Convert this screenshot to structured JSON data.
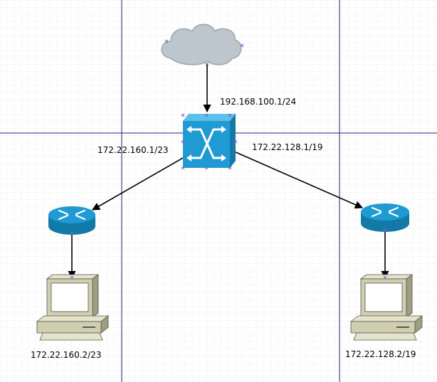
{
  "labels": {
    "uplink_ip": "192.168.100.1/24",
    "left_link_ip": "172.22.160.1/23",
    "right_link_ip": "172.22.128.1/19",
    "left_host_ip": "172.22.160.2/23",
    "right_host_ip": "172.22.128.2/19"
  },
  "colors": {
    "grid_minor": "#d3d8df",
    "grid_major": "#1f1f7a",
    "device_blue": "#1f9ad3",
    "device_blue_dark": "#137aa8",
    "cloud_fill": "#bcc6cc",
    "pc_body": "#cfcfb0",
    "pc_body_dark": "#9e9e80",
    "selection_handle": "#6a6ad8",
    "connector": "#000000"
  },
  "nodes": {
    "internet": "cloud-icon",
    "core": "switch-icon",
    "left_router": "router-icon",
    "right_router": "router-icon",
    "left_host": "pc-icon",
    "right_host": "pc-icon"
  }
}
